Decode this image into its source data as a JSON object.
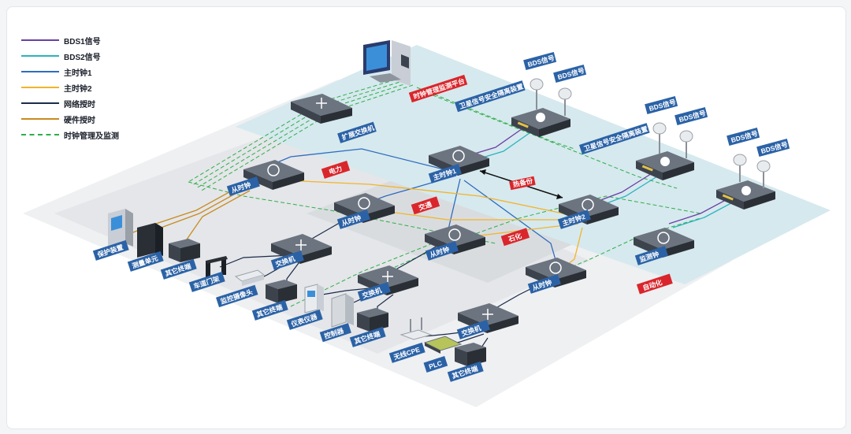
{
  "legend": [
    {
      "label": "BDS1信号",
      "color": "#6a3fa5",
      "style": "solid"
    },
    {
      "label": "BDS2信号",
      "color": "#2bb3bd",
      "style": "solid"
    },
    {
      "label": "主时钟1",
      "color": "#2f6cc0",
      "style": "solid"
    },
    {
      "label": "主时钟2",
      "color": "#f2b42a",
      "style": "solid"
    },
    {
      "label": "网络授时",
      "color": "#1c2b4a",
      "style": "solid"
    },
    {
      "label": "硬件授时",
      "color": "#c98a1e",
      "style": "solid"
    },
    {
      "label": "时钟管理及监测",
      "color": "#2fae4a",
      "style": "dashed"
    }
  ],
  "labels": {
    "monitor_platform": "时钟管理监测平台",
    "sat_isolator_1": "卫星信号安全隔离装置",
    "sat_isolator_2": "卫星信号安全隔离装置",
    "bds_signal": "BDS信号",
    "ext_switch": "扩展交换机",
    "master1": "主时钟1",
    "master2": "主时钟2",
    "hot_backup": "热备份",
    "slave": "从时钟",
    "monitor_clock": "监测钟",
    "switch": "交换机",
    "industry_power": "电力",
    "industry_traffic": "交通",
    "industry_petro": "石化",
    "industry_auto": "自动化",
    "protect_device": "保护装置",
    "measure_unit": "测量单元",
    "other_terminal": "其它终端",
    "gate": "车道门架",
    "camera": "监控摄像头",
    "instrument": "仪表仪器",
    "controller": "控制器",
    "wireless_cpe": "无线CPE",
    "plc": "PLC"
  },
  "colors": {
    "platform_top": "#d7e9ee",
    "device_top": "#6c7480",
    "device_side": "#3d434c",
    "tag_blue": "#2b62a6",
    "tag_red": "#d9262c"
  }
}
